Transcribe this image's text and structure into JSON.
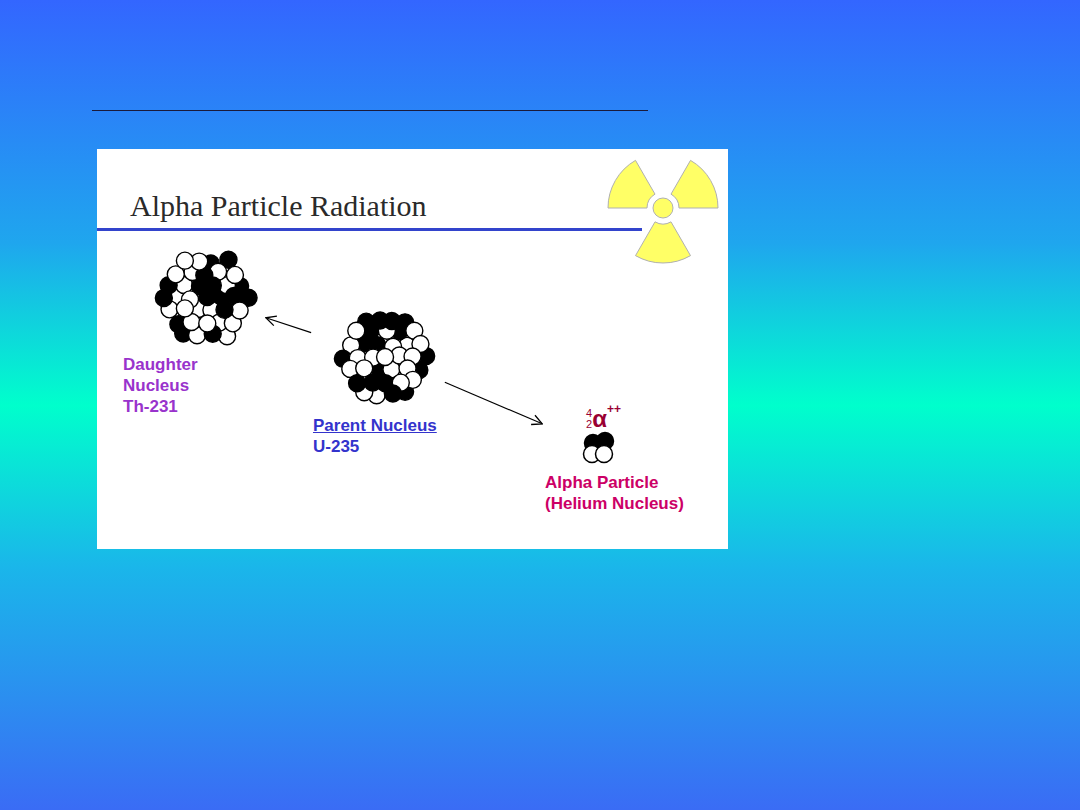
{
  "diagram": {
    "title": "Alpha Particle Radiation",
    "nodes": [
      {
        "text": [
          "Daughter Nucleus",
          "Th-231"
        ]
      },
      {
        "text": [
          "Parent Nucleus",
          "U-235"
        ]
      },
      {
        "text": [
          "4",
          "2",
          "α",
          "++",
          "Alpha Particle (Helium Nucleus)"
        ]
      }
    ],
    "edges": [
      {
        "from": 1,
        "to": 0,
        "arrow": "to"
      },
      {
        "from": 1,
        "to": 2,
        "arrow": "to"
      }
    ]
  }
}
